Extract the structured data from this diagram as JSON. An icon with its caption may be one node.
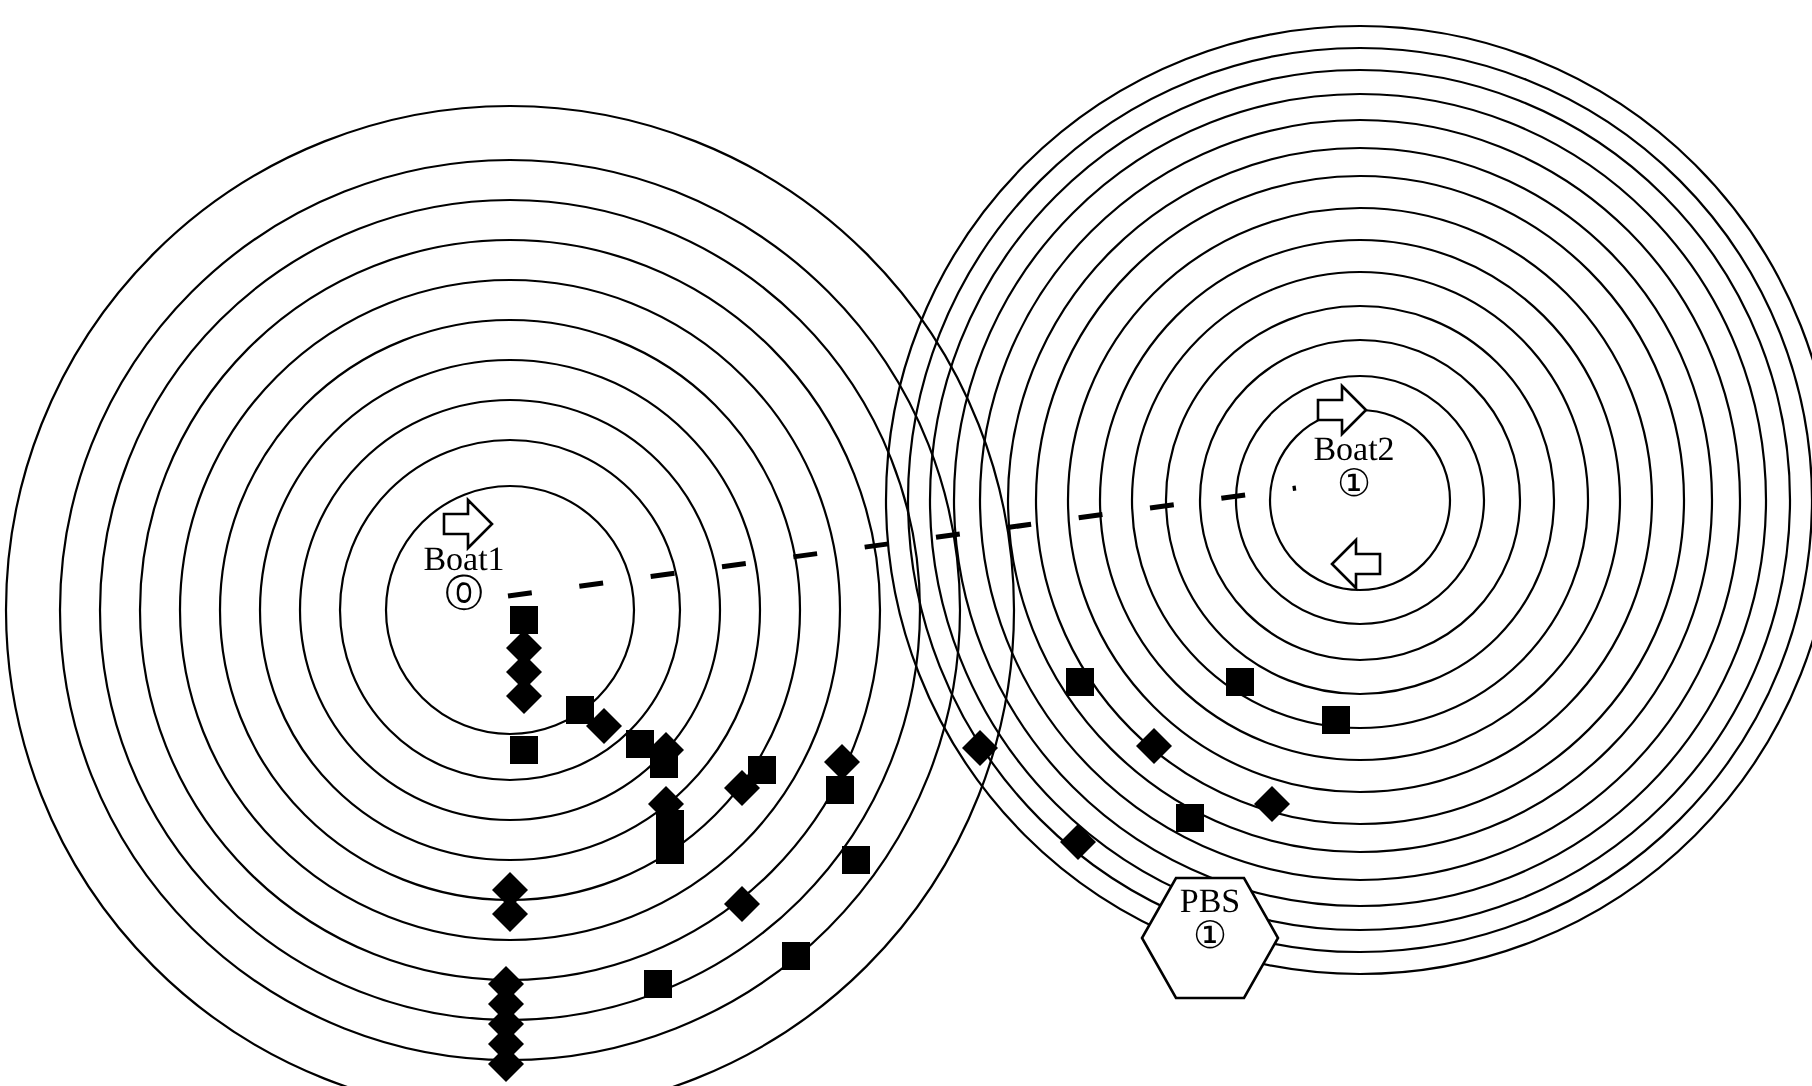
{
  "diagram": {
    "nodes": [
      {
        "text": [
          "Boat1",
          "⓪"
        ]
      },
      {
        "text": [
          "Boat2",
          "①"
        ]
      },
      {
        "text": [
          "PBS",
          "①"
        ]
      }
    ],
    "edges": [
      {
        "from": 0,
        "to": 1,
        "arrow": "none",
        "style": "dashed"
      }
    ]
  }
}
